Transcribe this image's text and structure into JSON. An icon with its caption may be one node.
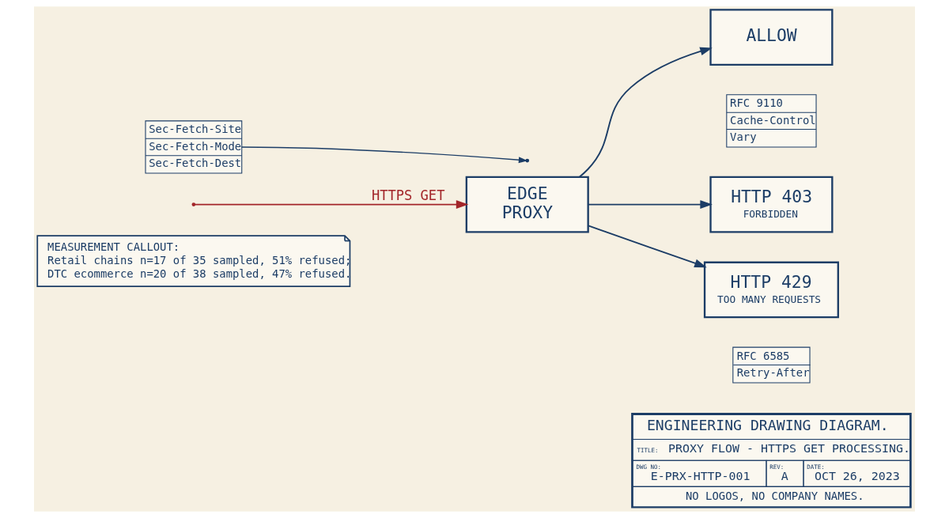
{
  "diagram": {
    "nodes": [
      {
        "text": [
          "Sec-Fetch-Site",
          "Sec-Fetch-Mode",
          "Sec-Fetch-Dest"
        ]
      },
      {
        "text": [
          "EDGE PROXY"
        ]
      },
      {
        "text": [
          "ALLOW"
        ]
      },
      {
        "text": [
          "RFC 9110",
          "Cache-Control",
          "Vary"
        ]
      },
      {
        "text": [
          "HTTP 403",
          "FORBIDDEN"
        ]
      },
      {
        "text": [
          "HTTP 429",
          "TOO MANY REQUESTS"
        ]
      },
      {
        "text": [
          "RFC 6585",
          "Retry-After"
        ]
      },
      {
        "text": [
          "MEASUREMENT CALLOUT:",
          "Retail chains n=17 of 35 sampled, 51% refused;",
          "DTC ecommerce n=20 of 38 sampled, 47% refused."
        ]
      }
    ],
    "edges": [
      {
        "from": null,
        "to": 1,
        "arrow": "to",
        "label": "HTTPS GET",
        "color": "#a3262a"
      },
      {
        "from": 0,
        "to": null,
        "arrow": "to"
      },
      {
        "from": 1,
        "to": 2,
        "arrow": "to"
      },
      {
        "from": 1,
        "to": 4,
        "arrow": "to"
      },
      {
        "from": 1,
        "to": 5,
        "arrow": "to"
      }
    ],
    "labels": [
      "ENGINEERING DRAWING DIAGRAM.",
      "TITLE:",
      "PROXY FLOW - HTTPS GET PROCESSING.",
      "DWG NO:",
      "E-PRX-HTTP-001",
      "REV:",
      "A",
      "DATE:",
      "OCT 26, 2023",
      "NO LOGOS, NO COMPANY NAMES."
    ]
  }
}
